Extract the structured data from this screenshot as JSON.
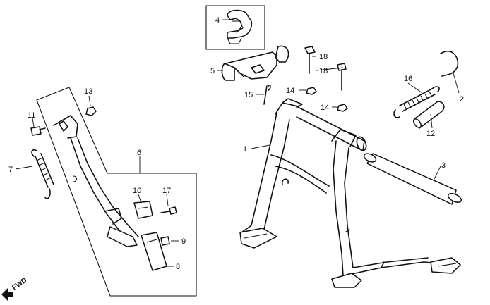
{
  "callouts": {
    "c1": "1",
    "c2": "2",
    "c3": "3",
    "c4": "4",
    "c5": "5",
    "c6": "6",
    "c7": "7",
    "c8": "8",
    "c9": "9",
    "c10": "10",
    "c11": "11",
    "c12": "12",
    "c13": "13",
    "c14a": "14",
    "c14b": "14",
    "c15": "15",
    "c16": "16",
    "c17": "17",
    "c18a": "18",
    "c18b": "18"
  },
  "fwd_label": "FWD"
}
